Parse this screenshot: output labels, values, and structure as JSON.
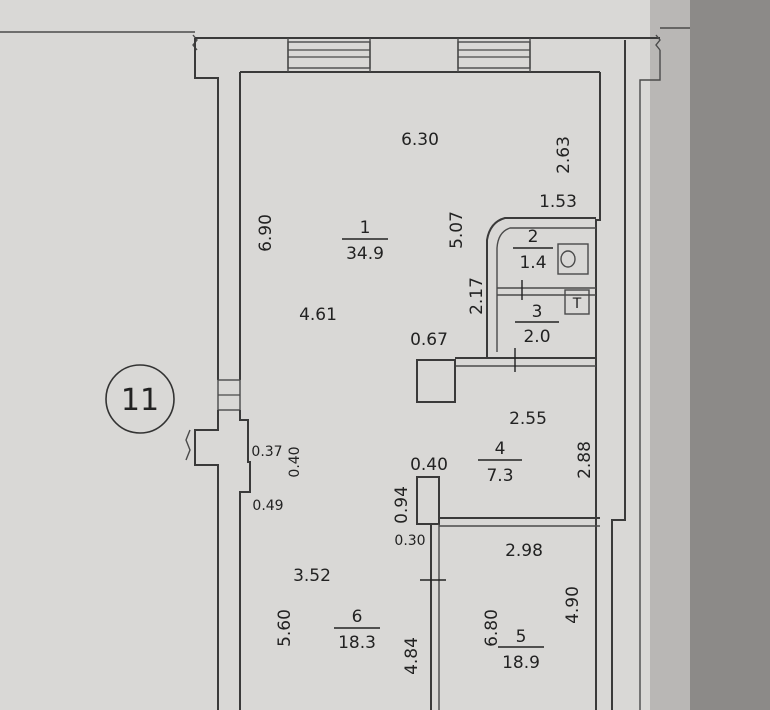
{
  "plan": {
    "apartment_number": "11",
    "rooms": [
      {
        "id": "1",
        "area": "34.9"
      },
      {
        "id": "2",
        "area": "1.4"
      },
      {
        "id": "3",
        "area": "2.0"
      },
      {
        "id": "4",
        "area": "7.3"
      },
      {
        "id": "5",
        "area": "18.9"
      },
      {
        "id": "6",
        "area": "18.3"
      }
    ],
    "dimensions": {
      "d_6_30": "6.30",
      "d_2_63": "2.63",
      "d_1_53": "1.53",
      "d_6_90": "6.90",
      "d_5_07": "5.07",
      "d_4_61": "4.61",
      "d_2_17": "2.17",
      "d_0_67": "0.67",
      "d_2_55": "2.55",
      "d_2_88": "2.88",
      "d_0_37": "0.37",
      "d_0_40a": "0.40",
      "d_0_40b": "0.40",
      "d_0_49": "0.49",
      "d_0_94": "0.94",
      "d_0_30": "0.30",
      "d_2_98": "2.98",
      "d_3_52": "3.52",
      "d_5_60": "5.60",
      "d_6_80": "6.80",
      "d_4_90": "4.90",
      "d_4_84": "4.84"
    },
    "fixtures": {
      "shower_label": "T"
    }
  }
}
